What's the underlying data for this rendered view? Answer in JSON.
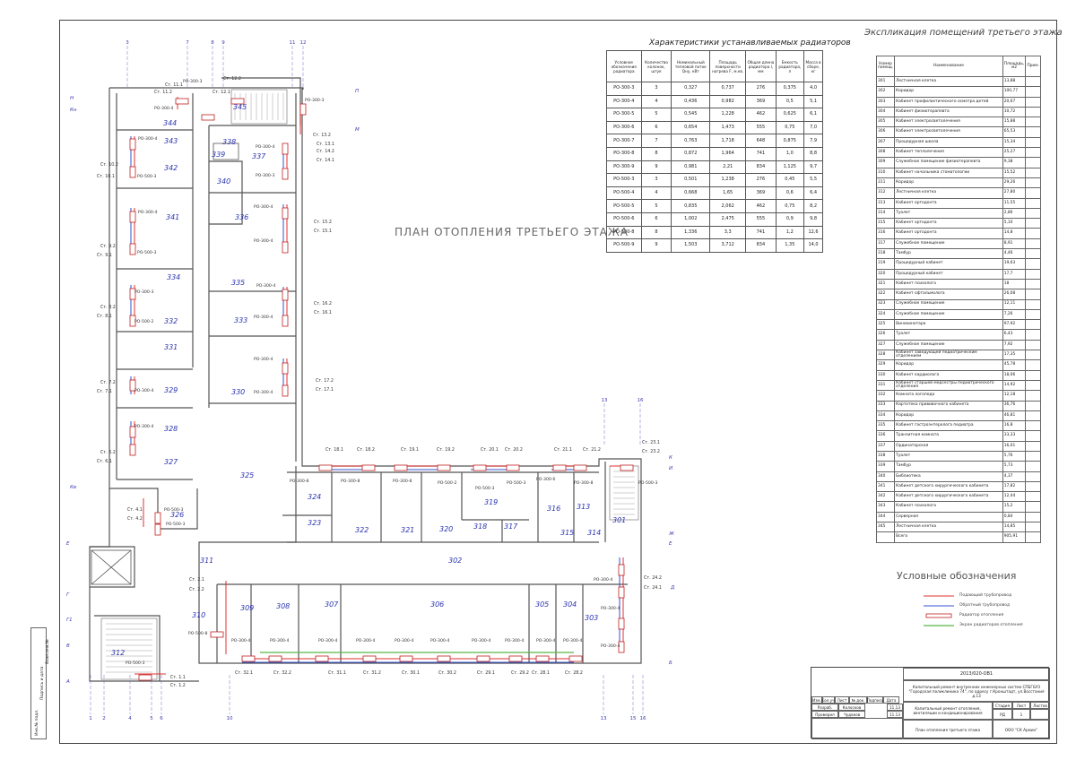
{
  "plan_title": "ПЛАН ОТОПЛЕНИЯ ТРЕТЬЕГО ЭТАЖА",
  "rooms_title": "Экспликация помещений третьего этажа",
  "radiator_table": {
    "title": "Характеристики устанавливаемых радиаторов",
    "headers": [
      "Условное обозначение радиатора",
      "Количество колонок, штук",
      "Номинальный тепловой поток Qну, кВт",
      "Площадь поверхности нагрева F, м.кв.",
      "Общая длина радиатора l, мм",
      "Емкость радиатора, л",
      "Масса в сборе, кг"
    ],
    "rows": [
      [
        "РО-300-3",
        "3",
        "0,327",
        "0,737",
        "276",
        "0,375",
        "4,0"
      ],
      [
        "РО-300-4",
        "4",
        "0,436",
        "0,982",
        "369",
        "0,5",
        "5,1"
      ],
      [
        "РО-300-5",
        "5",
        "0,545",
        "1,228",
        "462",
        "0,625",
        "6,1"
      ],
      [
        "РО-300-6",
        "6",
        "0,654",
        "1,473",
        "555",
        "0,75",
        "7,0"
      ],
      [
        "РО-300-7",
        "7",
        "0,763",
        "1,718",
        "648",
        "0,875",
        "7,9"
      ],
      [
        "РО-300-8",
        "8",
        "0,872",
        "1,964",
        "741",
        "1,0",
        "8,8"
      ],
      [
        "РО-300-9",
        "9",
        "0,981",
        "2,21",
        "834",
        "1,125",
        "9,7"
      ],
      [
        "РО-500-3",
        "3",
        "0,501",
        "1,238",
        "276",
        "0,45",
        "5,5"
      ],
      [
        "РО-500-4",
        "4",
        "0,668",
        "1,65",
        "369",
        "0,6",
        "6,4"
      ],
      [
        "РО-500-5",
        "5",
        "0,835",
        "2,062",
        "462",
        "0,75",
        "8,2"
      ],
      [
        "РО-500-6",
        "6",
        "1,002",
        "2,475",
        "555",
        "0,9",
        "9,8"
      ],
      [
        "РО-500-8",
        "8",
        "1,336",
        "3,3",
        "741",
        "1,2",
        "12,6"
      ],
      [
        "РО-500-9",
        "9",
        "1,503",
        "3,712",
        "834",
        "1,35",
        "14,0"
      ]
    ]
  },
  "room_table": {
    "headers": [
      "Номер помещ.",
      "Наименование",
      "Площадь, м2",
      "Прим."
    ],
    "rows": [
      [
        "301",
        "Лестничная клетка",
        "13,88"
      ],
      [
        "302",
        "Коридор",
        "100,77"
      ],
      [
        "303",
        "Кабинет профилактического осмотра детей",
        "20,67"
      ],
      [
        "304",
        "Кабинет физиотерапевта",
        "10,72"
      ],
      [
        "305",
        "Кабинет электросветолечения",
        "15,88"
      ],
      [
        "306",
        "Кабинет электросветолечения",
        "65,53"
      ],
      [
        "307",
        "Процедурная школа",
        "15,34"
      ],
      [
        "308",
        "Кабинет теплолечения",
        "25,27"
      ],
      [
        "309",
        "Служебное помещение физиотерапевта",
        "9,38"
      ],
      [
        "310",
        "Кабинет начальника стоматологии",
        "15,52"
      ],
      [
        "311",
        "Коридор",
        "29,26"
      ],
      [
        "312",
        "Лестничная клетка",
        "27,80"
      ],
      [
        "313",
        "Кабинет ортодонта",
        "11,55"
      ],
      [
        "314",
        "Туалет",
        "2,86"
      ],
      [
        "315",
        "Кабинет ортодонта",
        "5,10"
      ],
      [
        "316",
        "Кабинет ортодонта",
        "14,8"
      ],
      [
        "317",
        "Служебное помещение",
        "8,91"
      ],
      [
        "318",
        "Тамбур",
        "4,46"
      ],
      [
        "319",
        "Процедурный кабинет",
        "19,63"
      ],
      [
        "320",
        "Процедурный кабинет",
        "17,7"
      ],
      [
        "321",
        "Кабинет психолога",
        "18"
      ],
      [
        "322",
        "Кабинет офтальмолога",
        "26,08"
      ],
      [
        "323",
        "Служебное помещение",
        "12,11"
      ],
      [
        "324",
        "Служебное помещение",
        "7,26"
      ],
      [
        "325",
        "Винокинотара",
        "97,92"
      ],
      [
        "326",
        "Туалет",
        "6,43"
      ],
      [
        "327",
        "Служебное помещение",
        "7,92"
      ],
      [
        "328",
        "Кабинет заведующей педиатрическим отделением",
        "17,35"
      ],
      [
        "329",
        "Коридор",
        "45,78"
      ],
      [
        "330",
        "Кабинет кардиолога",
        "18,06"
      ],
      [
        "331",
        "Кабинет старшей медсестры педиатрического отделения",
        "14,92"
      ],
      [
        "332",
        "Комната логопеда",
        "12,18"
      ],
      [
        "333",
        "Картотека прививочного кабинета",
        "36,76"
      ],
      [
        "334",
        "Коридор",
        "46,81"
      ],
      [
        "335",
        "Кабинет гастроэнтеролога педиатра",
        "16,8"
      ],
      [
        "336",
        "Транзитная комната",
        "33,33"
      ],
      [
        "337",
        "Ординаторская",
        "16,01"
      ],
      [
        "338",
        "Туалет",
        "5,76"
      ],
      [
        "339",
        "Тамбур",
        "5,73"
      ],
      [
        "340",
        "Библиотека",
        "4,37"
      ],
      [
        "341",
        "Кабинет детского хирургического кабинета",
        "17,82"
      ],
      [
        "342",
        "Кабинет детского хирургического кабинета",
        "12,44"
      ],
      [
        "343",
        "Кабинет психолога",
        "15,2"
      ],
      [
        "344",
        "Серверная",
        "0,84"
      ],
      [
        "345",
        "Лестничная клетка",
        "14,85"
      ],
      [
        "",
        "Всего",
        "905,91"
      ]
    ]
  },
  "legend": {
    "title": "Условные обозначения",
    "items": [
      "Подающий трубопровод",
      "Обратный трубопровод",
      "Радиатор отопления",
      "Экран радиаторов отопления"
    ],
    "colors": {
      "supply": "#e03030",
      "return": "#3050d0",
      "radiator": "#c02020",
      "screen": "#58b848"
    }
  },
  "stamp": {
    "code": "2013/020-ОВ1",
    "project": "Капитальный ремонт внутренних инженерных систем СПБГБУЗ \"Городская поликлиника 74\", по адресу г.Кронштадт, ул.Восстания д.13",
    "description": "Капитальный ремонт отопления, вентиляции и кондиционирования",
    "sheet_title": "План отопления третьего этажа",
    "stage_label": "Стадия",
    "sheet_label": "Лист",
    "sheets_label": "Листов",
    "stage": "РД",
    "sheet": "1",
    "company": "ООО \"СК Армин\"",
    "cols": [
      "Изм.",
      "Кол.уч.",
      "Лист",
      "№ док.",
      "Подпись",
      "Дата"
    ],
    "roles": [
      [
        "Разраб.",
        "Колосков",
        "11.13"
      ],
      [
        "Проверил",
        "Чудаков",
        "11.13"
      ]
    ]
  },
  "side_strip": [
    "Инв.№ подл.",
    "Подпись и дата",
    "Взам.инв.№"
  ],
  "axes": [
    "3",
    "7",
    "8",
    "9",
    "11",
    "12",
    "13",
    "16",
    "1",
    "2",
    "4",
    "5",
    "6",
    "10",
    "13",
    "15",
    "16"
  ],
  "axis_letters": [
    "Н",
    "Кн",
    "П",
    "М",
    "Кв",
    "Е",
    "Г",
    "Г1",
    "В",
    "А",
    "К",
    "И",
    "Ж",
    "Е",
    "Д",
    "Б"
  ],
  "rooms": [
    "301",
    "302",
    "303",
    "304",
    "305",
    "306",
    "307",
    "308",
    "309",
    "310",
    "311",
    "312",
    "313",
    "314",
    "315",
    "316",
    "317",
    "318",
    "319",
    "320",
    "321",
    "322",
    "323",
    "324",
    "325",
    "326",
    "327",
    "328",
    "329",
    "330",
    "331",
    "332",
    "333",
    "334",
    "335",
    "336",
    "337",
    "338",
    "339",
    "340",
    "341",
    "342",
    "343",
    "344",
    "345"
  ],
  "risers": [
    "Ст. 11.1",
    "Ст. 11.2",
    "Ст. 12.1",
    "Ст. 12.2",
    "Ст. 13.1",
    "Ст. 13.2",
    "Ст. 14.1",
    "Ст. 14.2",
    "Ст. 15.1",
    "Ст. 15.2",
    "Ст. 16.1",
    "Ст. 16.2",
    "Ст. 17.1",
    "Ст. 17.2",
    "Ст. 10.1",
    "Ст. 10.2",
    "Ст. 9.1",
    "Ст. 9.2",
    "Ст. 8.1",
    "Ст. 8.2",
    "Ст. 7.1",
    "Ст. 7.2",
    "Ст. 6.1",
    "Ст. 6.2",
    "Ст. 4.1",
    "Ст. 4.2",
    "Ст. 18.1",
    "Ст. 18.2",
    "Ст. 19.1",
    "Ст. 19.2",
    "Ст. 20.1",
    "Ст. 20.2",
    "Ст. 21.1",
    "Ст. 21.2",
    "Ст. 23.1",
    "Ст. 23.2",
    "Ст. 24.1",
    "Ст. 24.2",
    "Ст. 2.1",
    "Ст. 2.2",
    "Ст. 1.1",
    "Ст. 1.2",
    "Ст. 32.1",
    "Ст. 32.2",
    "Ст. 31.1",
    "Ст. 31.2",
    "Ст. 30.1",
    "Ст. 30.2",
    "Ст. 29.1",
    "Ст. 29.2",
    "Ст. 28.1",
    "Ст. 28.2"
  ],
  "radiator_labels": [
    "РО-300-3",
    "РО-300-4",
    "РО-300-5",
    "РО-300-6",
    "РО-300-8",
    "РО-500-2",
    "РО-500-3",
    "РО-500-4",
    "РО-500-6",
    "РО-500-8"
  ]
}
